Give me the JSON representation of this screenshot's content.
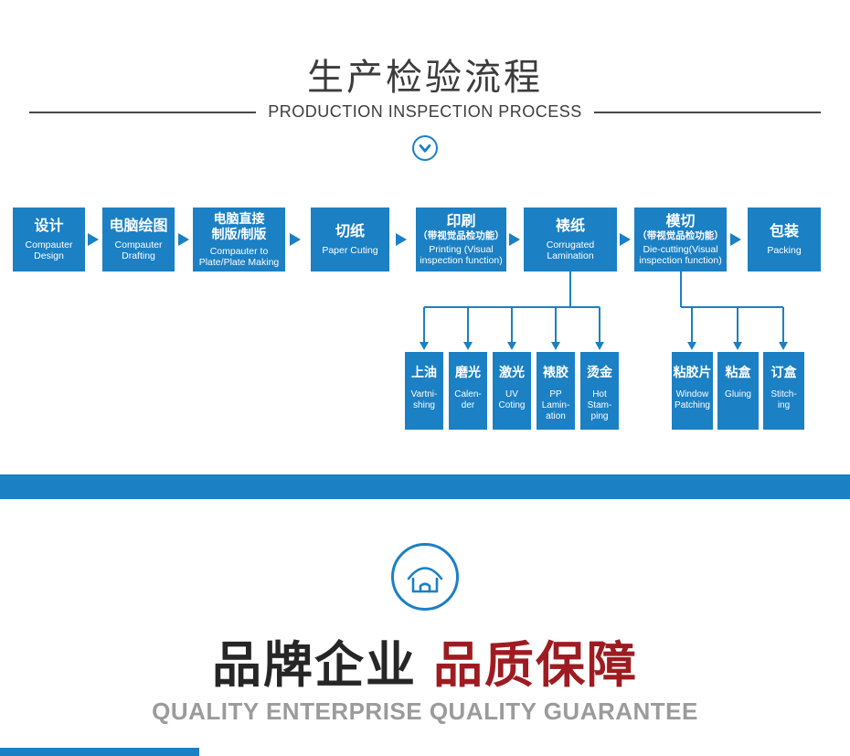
{
  "header": {
    "title": "生产检验流程",
    "subtitle": "PRODUCTION INSPECTION PROCESS"
  },
  "flow": {
    "steps": [
      {
        "zh": "设计",
        "en": "Compauter\nDesign"
      },
      {
        "zh": "电脑绘图",
        "en": "Compauter\nDrafting"
      },
      {
        "zh": "电脑直接\n制版/制版",
        "en": "Compauter to\nPlate/Plate Making"
      },
      {
        "zh": "切纸",
        "en": "Paper Cuting"
      },
      {
        "zh": "印刷",
        "paren": "（带视觉品检功能）",
        "en": "Printing (Visual\ninspection function)"
      },
      {
        "zh": "裱纸",
        "en": "Corrugated\nLamination"
      },
      {
        "zh": "模切",
        "paren": "（带视觉品检功能）",
        "en": "Die-cutting(Visual\ninspection function)"
      },
      {
        "zh": "包装",
        "en": "Packing"
      }
    ],
    "finishing_branch": [
      {
        "zh": "上油",
        "en": "Vartni-\nshing"
      },
      {
        "zh": "磨光",
        "en": "Calen-\nder"
      },
      {
        "zh": "激光",
        "en": "UV\nCoting"
      },
      {
        "zh": "裱胶",
        "en": "PP\nLamin-\nation"
      },
      {
        "zh": "烫金",
        "en": "Hot\nStam-\nping"
      }
    ],
    "converting_branch": [
      {
        "zh": "粘胶片",
        "en": "Window\nPatching"
      },
      {
        "zh": "粘盒",
        "en": "Gluing"
      },
      {
        "zh": "订盒",
        "en": "Stitch-\ning"
      }
    ]
  },
  "footer": {
    "brand_text": "品牌企业",
    "quality_text": "品质保障",
    "subtitle": "QUALITY ENTERPRISE QUALITY GUARANTEE"
  },
  "colors": {
    "primary_blue": "#1b80c4",
    "footer_red": "#9e1c21",
    "footer_gray": "#9b9b9b",
    "title_dark": "#3c3c3c"
  }
}
